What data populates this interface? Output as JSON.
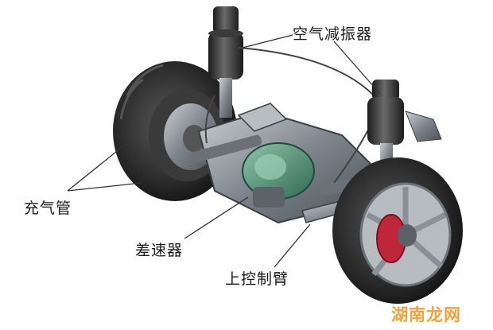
{
  "labels": {
    "air_shock": "空气减振器",
    "air_line": "充气管",
    "differential": "差速器",
    "upper_control_arm": "上控制臂"
  },
  "watermark": "湖南龙网",
  "colors": {
    "tire": "#2b2b2b",
    "metal": "#8e959c",
    "differential": "#4f8f74",
    "brake_caliper": "#c0263a",
    "watermark": "#f2a23a"
  }
}
